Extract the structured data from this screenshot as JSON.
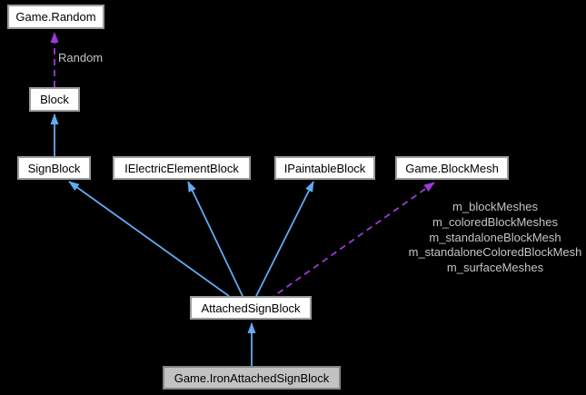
{
  "diagram": {
    "kind": "collaboration-inheritance-diagram",
    "background_color": "#000000",
    "colors": {
      "inheritance_arrow": "#63aaf2",
      "usage_arrow": "#9b3bd9",
      "edge_label_text": "#c4c4c4",
      "node_fill": "#ffffff",
      "node_border": "#9c9c9c",
      "node_text": "#000000",
      "focus_node_fill": "#c2c2c2",
      "focus_node_border": "#858585"
    },
    "nodes": [
      {
        "id": "game-random",
        "label": "Game.Random"
      },
      {
        "id": "block",
        "label": "Block"
      },
      {
        "id": "signblock",
        "label": "SignBlock"
      },
      {
        "id": "ielectricelementblock",
        "label": "IElectricElementBlock"
      },
      {
        "id": "ipaintableblock",
        "label": "IPaintableBlock"
      },
      {
        "id": "game-blockmesh",
        "label": "Game.BlockMesh"
      },
      {
        "id": "attachedsignblock",
        "label": "AttachedSignBlock"
      },
      {
        "id": "game-ironattachedsignblock",
        "label": "Game.IronAttachedSignBlock",
        "focus": true
      }
    ],
    "edge_labels": {
      "random": "Random",
      "mesh_members": [
        "m_blockMeshes",
        "m_coloredBlockMeshes",
        "m_standaloneBlockMesh",
        "m_standaloneColoredBlockMesh",
        "m_surfaceMeshes"
      ]
    },
    "edges": [
      {
        "from": "Block",
        "to": "Game.Random",
        "style": "dashed",
        "relation": "usage",
        "label": "Random"
      },
      {
        "from": "SignBlock",
        "to": "Block",
        "style": "solid",
        "relation": "inheritance"
      },
      {
        "from": "AttachedSignBlock",
        "to": "SignBlock",
        "style": "solid",
        "relation": "inheritance"
      },
      {
        "from": "AttachedSignBlock",
        "to": "IElectricElementBlock",
        "style": "solid",
        "relation": "inheritance"
      },
      {
        "from": "AttachedSignBlock",
        "to": "IPaintableBlock",
        "style": "solid",
        "relation": "inheritance"
      },
      {
        "from": "AttachedSignBlock",
        "to": "Game.BlockMesh",
        "style": "dashed",
        "relation": "usage",
        "label_ref": "mesh_members"
      },
      {
        "from": "Game.IronAttachedSignBlock",
        "to": "AttachedSignBlock",
        "style": "solid",
        "relation": "inheritance"
      }
    ]
  }
}
